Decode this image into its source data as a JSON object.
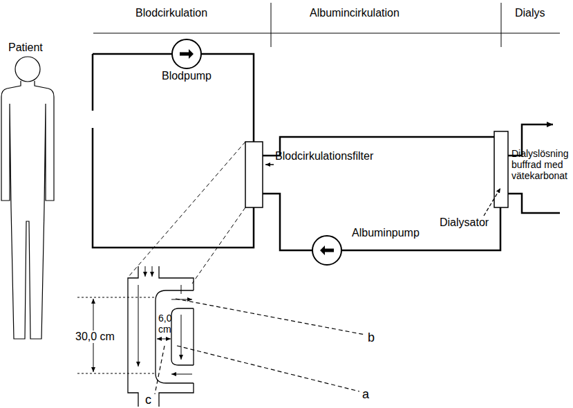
{
  "diagram": {
    "nodes": [
      {
        "text": [
          "Blodpump"
        ]
      },
      {
        "text": [
          "Albuminpump"
        ]
      }
    ],
    "labels": [
      "Blodcirkulation",
      "Albumincirkulation",
      "Dialys",
      "Patient",
      "Blodcirkulationsfilter",
      "Dialyslösning buffrad med vätekarbonat",
      "Dialysator",
      "30,0 cm",
      "6,0 cm",
      "b",
      "a",
      "c"
    ]
  }
}
